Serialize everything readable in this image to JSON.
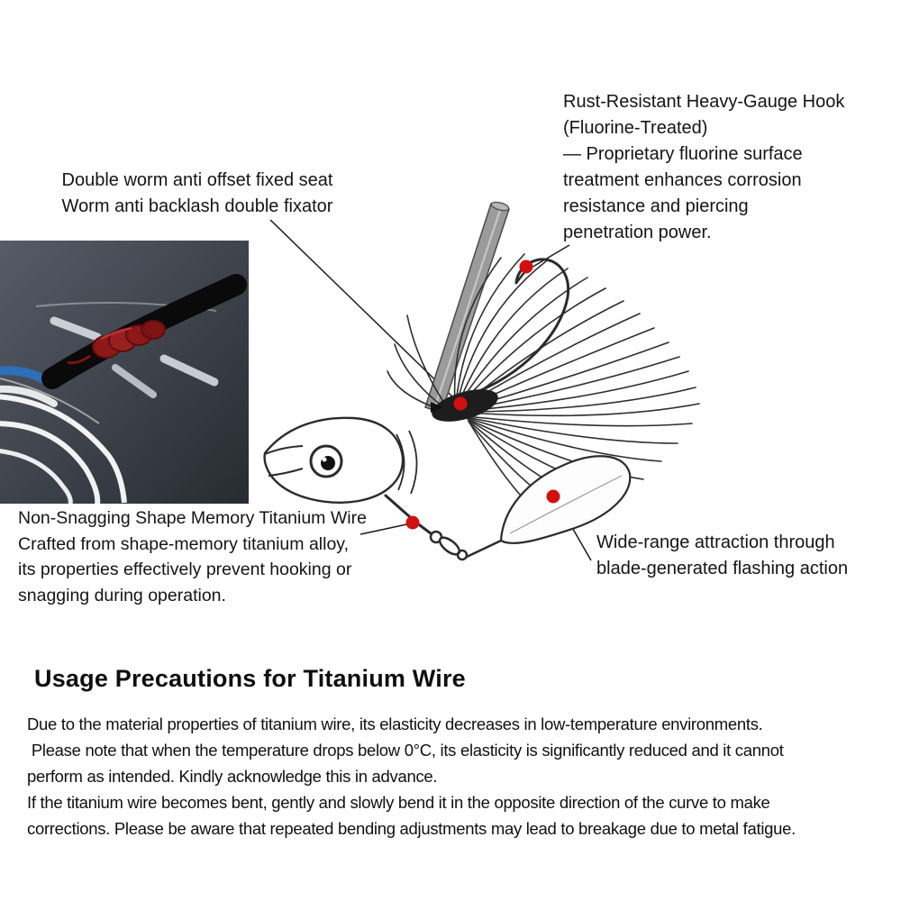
{
  "callouts": {
    "hook": {
      "text": "Rust-Resistant Heavy-Gauge Hook\n(Fluorine-Treated)\n— Proprietary fluorine surface\ntreatment enhances corrosion\nresistance and piercing\npenetration power."
    },
    "seat": {
      "text": "Double worm anti offset fixed seat\nWorm anti backlash double fixator"
    },
    "titanium_wire": {
      "text": "Non-Snagging Shape Memory Titanium Wire\nCrafted from shape-memory titanium alloy,\nits properties effectively prevent hooking or\nsnagging during operation."
    },
    "blade": {
      "text": "Wide-range attraction through\nblade-generated flashing action"
    }
  },
  "precautions": {
    "heading": "Usage Precautions for Titanium Wire",
    "body": "Due to the material properties of titanium wire, its elasticity decreases in low-temperature environments.\n Please note that when the temperature drops below 0°C, its elasticity is significantly reduced and it cannot\nperform as intended. Kindly acknowledge this in advance.\nIf the titanium wire becomes bent, gently and slowly bend it in the opposite direction of the curve to make\ncorrections. Please be aware that repeated bending adjustments may lead to breakage due to metal fatigue."
  },
  "markers": {
    "color": "#d21010",
    "count": 4
  },
  "colors": {
    "background": "#ffffff",
    "text": "#141414",
    "line_art": "#2b2b2b",
    "inset_bg_top": "#565c67",
    "inset_bg_bottom": "#272b32",
    "wrap_red": "#8e1818"
  }
}
